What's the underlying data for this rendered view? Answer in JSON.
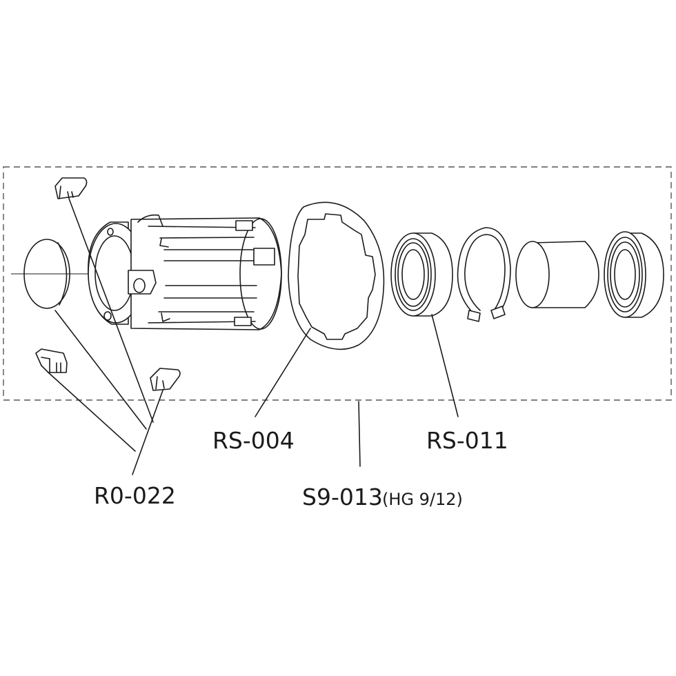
{
  "diagram": {
    "labels": {
      "ro022": "R0-022",
      "rs004": "RS-004",
      "s9013": "S9-013",
      "s9013_note": "(HG 9/12)",
      "rs011": "RS-011"
    }
  }
}
